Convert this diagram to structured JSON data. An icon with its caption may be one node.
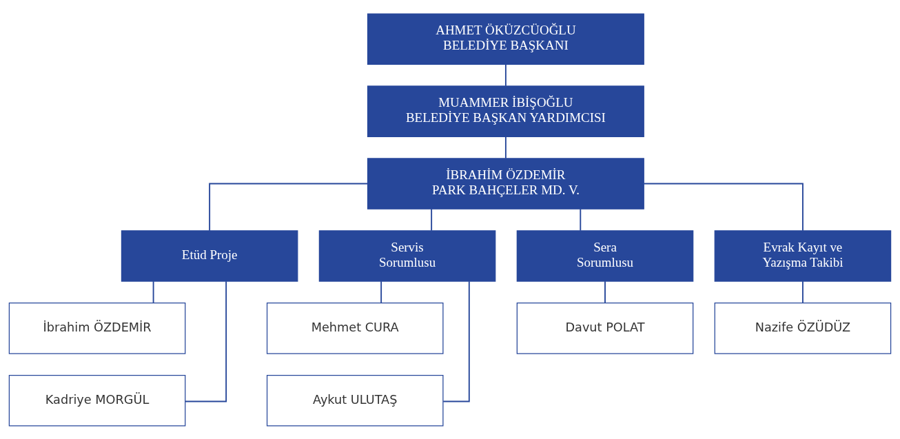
{
  "diagram": {
    "nodes": [
      {
        "text": [
          "AHMET ÖKÜZCÜOĞLU",
          "BELEDİYE BAŞKANI"
        ]
      },
      {
        "text": [
          "MUAMMER İBİŞOĞLU",
          "BELEDİYE BAŞKAN YARDIMCISI"
        ]
      },
      {
        "text": [
          "İBRAHİM ÖZDEMİR",
          "PARK BAHÇELER MD. V."
        ]
      },
      {
        "text": [
          "Etüd Proje"
        ]
      },
      {
        "text": [
          "Servis Sorumlusu"
        ]
      },
      {
        "text": [
          "Sera Sorumlusu"
        ]
      },
      {
        "text": [
          "Evrak Kayıt ve Yazışma Takibi"
        ]
      },
      {
        "text": [
          "İbrahim ÖZDEMİR"
        ]
      },
      {
        "text": [
          "Kadriye MORGÜL"
        ]
      },
      {
        "text": [
          "Mehmet CURA"
        ]
      },
      {
        "text": [
          "Aykut ULUTAŞ"
        ]
      },
      {
        "text": [
          "Davut POLAT"
        ]
      },
      {
        "text": [
          "Nazife ÖZÜDÜZ"
        ]
      }
    ],
    "edges": [
      {
        "from": 0,
        "to": 1,
        "arrow": "none"
      },
      {
        "from": 1,
        "to": 2,
        "arrow": "none"
      },
      {
        "from": 2,
        "to": 3,
        "arrow": "none"
      },
      {
        "from": 2,
        "to": 4,
        "arrow": "none"
      },
      {
        "from": 2,
        "to": 5,
        "arrow": "none"
      },
      {
        "from": 2,
        "to": 6,
        "arrow": "none"
      },
      {
        "from": 3,
        "to": 7,
        "arrow": "none"
      },
      {
        "from": 3,
        "to": 8,
        "arrow": "none"
      },
      {
        "from": 4,
        "to": 9,
        "arrow": "none"
      },
      {
        "from": 4,
        "to": 10,
        "arrow": "none"
      },
      {
        "from": 5,
        "to": 11,
        "arrow": "none"
      },
      {
        "from": 6,
        "to": 12,
        "arrow": "none"
      }
    ]
  }
}
